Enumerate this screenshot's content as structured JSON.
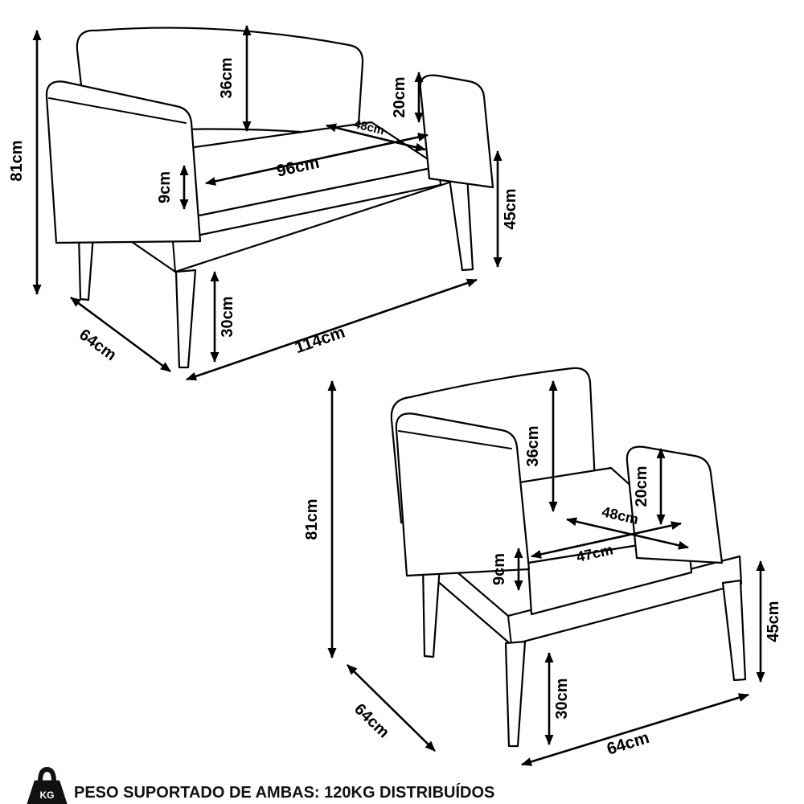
{
  "background_color": "#ffffff",
  "line_color": "#000000",
  "sofa": {
    "dimensions": {
      "total_height": "81cm",
      "backrest_height": "36cm",
      "armrest_above_seat": "20cm",
      "seat_width": "96cm",
      "seat_depth": "48cm",
      "armrest_thickness": "9cm",
      "seat_height": "45cm",
      "leg_height": "30cm",
      "total_depth": "64cm",
      "total_width": "114cm"
    }
  },
  "armchair": {
    "dimensions": {
      "total_height": "81cm",
      "backrest_height": "36cm",
      "armrest_above_seat": "20cm",
      "seat_depth": "48cm",
      "seat_width": "47cm",
      "armrest_thickness": "9cm",
      "seat_height": "45cm",
      "leg_height": "30cm",
      "total_depth": "64cm",
      "total_width": "64cm"
    }
  },
  "footer": {
    "icon_label": "KG",
    "text": "PESO SUPORTADO DE AMBAS: 120KG DISTRIBUÍDOS"
  }
}
